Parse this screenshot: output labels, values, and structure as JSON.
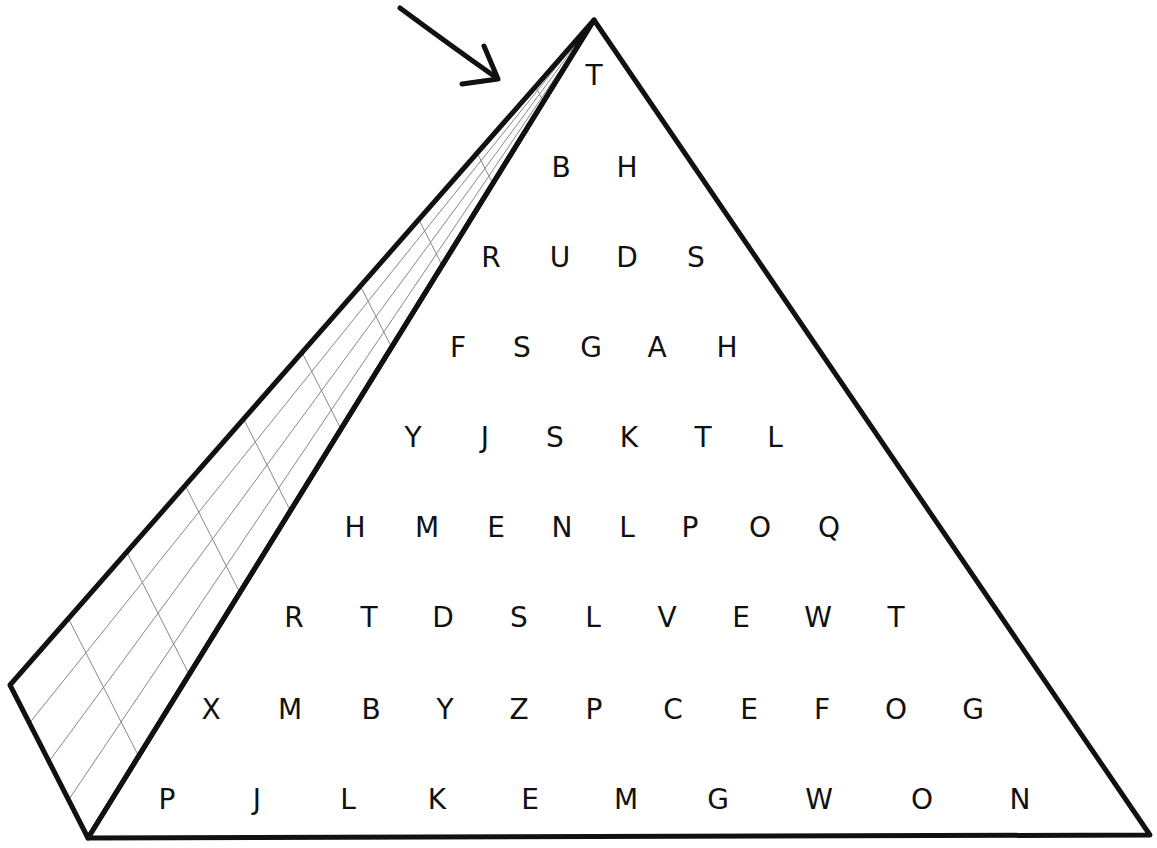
{
  "diagram": {
    "labels": [
      "T",
      "B",
      "H",
      "R",
      "U",
      "D",
      "S",
      "F",
      "S",
      "G",
      "A",
      "H",
      "Y",
      "J",
      "S",
      "K",
      "T",
      "L",
      "H",
      "M",
      "E",
      "N",
      "L",
      "P",
      "O",
      "Q",
      "R",
      "T",
      "D",
      "S",
      "L",
      "V",
      "E",
      "W",
      "T",
      "X",
      "M",
      "B",
      "Y",
      "Z",
      "P",
      "C",
      "E",
      "F",
      "O",
      "G",
      "P",
      "J",
      "L",
      "K",
      "E",
      "M",
      "G",
      "W",
      "O",
      "N"
    ]
  }
}
